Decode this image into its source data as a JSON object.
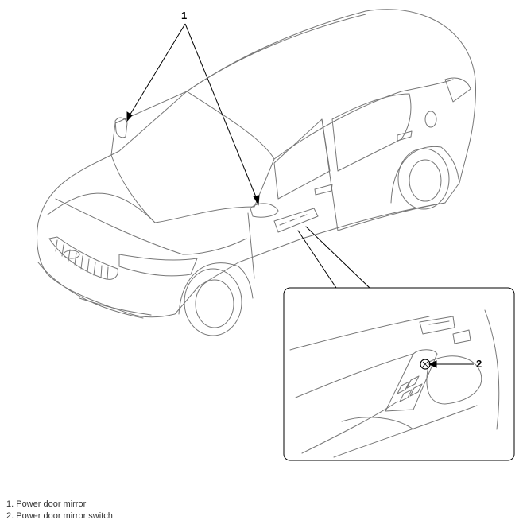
{
  "callouts": [
    {
      "number": "1"
    },
    {
      "number": "2"
    }
  ],
  "legend": [
    {
      "text": "1. Power door mirror"
    },
    {
      "text": "2. Power door mirror switch"
    }
  ]
}
